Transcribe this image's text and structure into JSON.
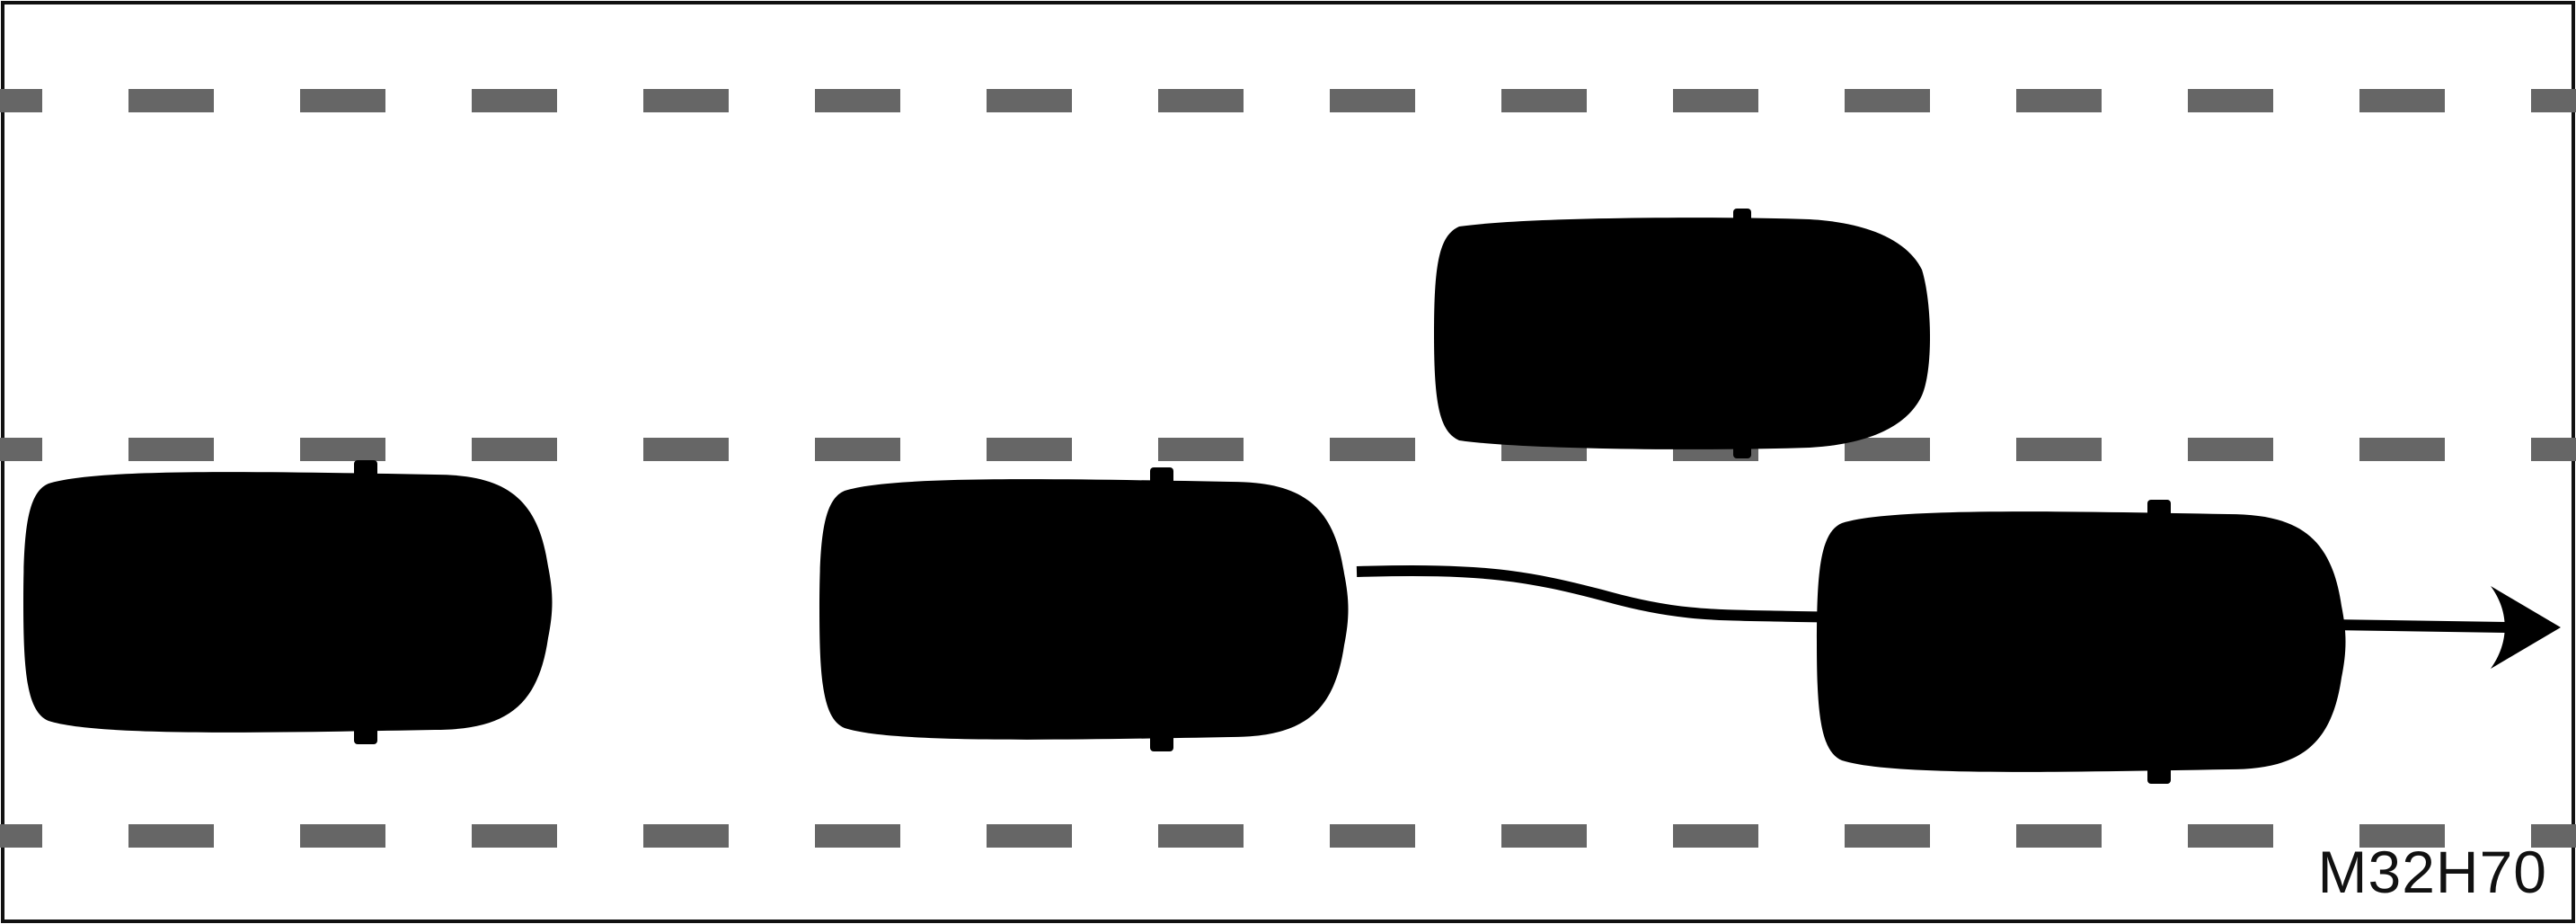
{
  "figure": {
    "code": "M32H70"
  },
  "colors": {
    "background": "#ffffff",
    "border": "#111111",
    "lane_dash": "#666666",
    "car_outline": "#2a2a2a",
    "car_body": "#f4f4f4",
    "car_roof": "#e6e6e6",
    "car_glass": "#8e8e8e",
    "car_light_glass": "#a6a6a6",
    "ghost_outline": "#a0a0a0",
    "ghost_body": "#fbfbfb",
    "ghost_glass": "#c6c6c6",
    "path_arrow": "#000000"
  },
  "scene": {
    "lanes": 2,
    "vehicles": [
      {
        "role": "own-vehicle",
        "lane": "lower",
        "style": "solid",
        "direction": "right"
      },
      {
        "role": "own-vehicle-passing-position",
        "lane": "lower",
        "style": "faded",
        "direction": "right"
      },
      {
        "role": "overtaken-vehicle",
        "lane": "upper",
        "style": "solid",
        "direction": "right"
      },
      {
        "role": "own-vehicle-end-position",
        "lane": "lower",
        "style": "faded",
        "direction": "right"
      }
    ],
    "path": {
      "shape": "s-curve-to-straight",
      "arrow_head": "right"
    }
  }
}
